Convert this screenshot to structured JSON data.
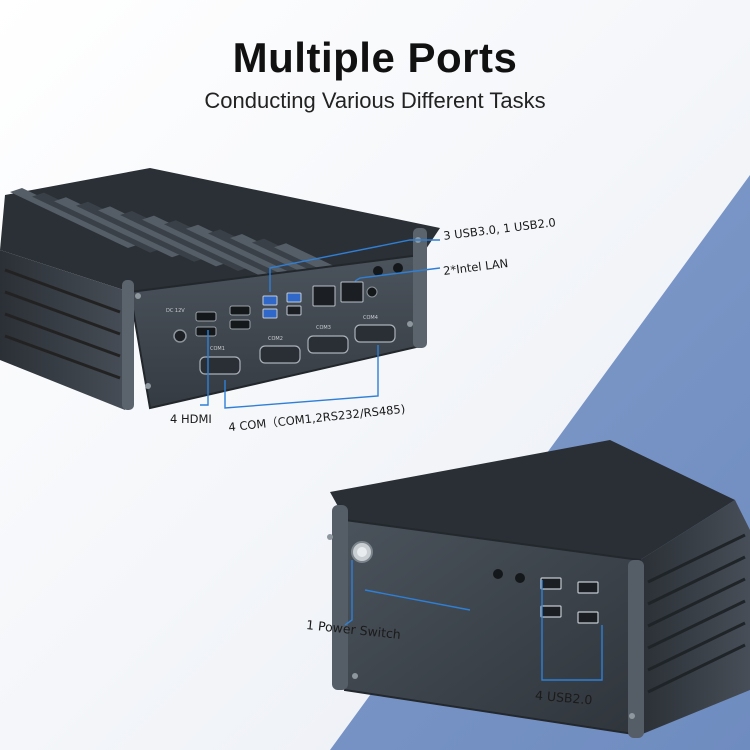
{
  "title": "Multiple Ports",
  "subtitle": "Conducting Various Different Tasks",
  "callouts": {
    "usb": "3 USB3.0, 1 USB2.0",
    "lan": "2*Intel LAN",
    "hdmi": "4 HDMI",
    "com": "4 COM（COM1,2RS232/RS485)",
    "power": "1 Power Switch",
    "usb2": "4 USB2.0"
  },
  "port_tags": {
    "com1": "COM1",
    "com2": "COM2",
    "com3": "COM3",
    "com4": "COM4",
    "dc": "DC 12V"
  },
  "colors": {
    "background_blue": "#7b96c6",
    "callout_line": "#2f7fd6",
    "chassis": "#3c434b",
    "usb3_port": "#2f68c8"
  }
}
